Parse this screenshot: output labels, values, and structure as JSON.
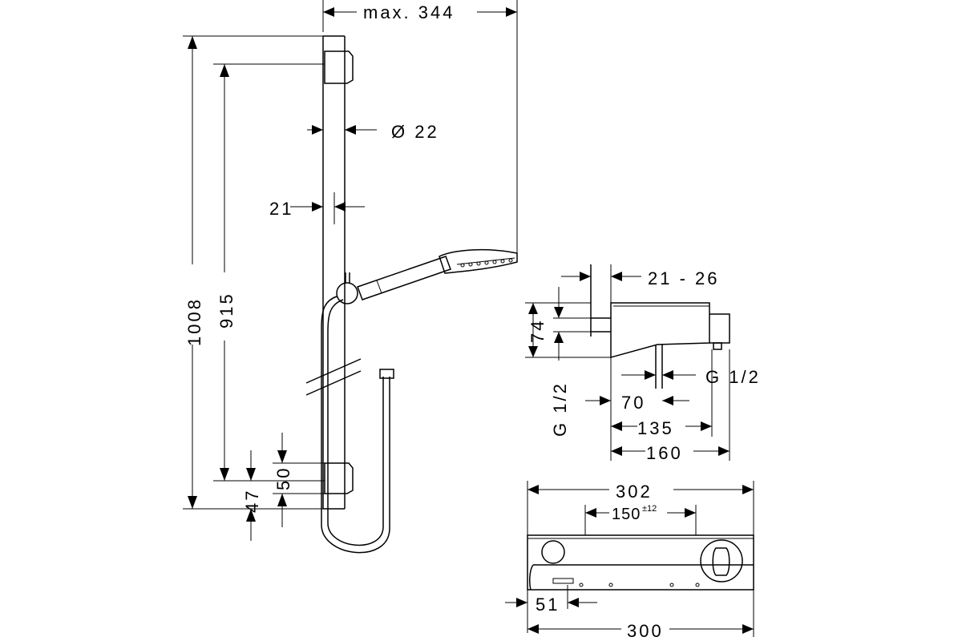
{
  "dimensions": {
    "max_reach": "max. 344",
    "rail_diameter": "Ø 22",
    "wall_offset": "21",
    "total_height": "1008",
    "rail_length": "915",
    "bottom_50": "50",
    "bottom_47": "47",
    "wall_range": "21 - 26",
    "depth_74": "74",
    "inlet_left": "G 1/2",
    "inlet_right": "G 1/2",
    "width_70": "70",
    "width_135": "135",
    "width_160": "160",
    "width_302": "302",
    "centers_base": "150",
    "centers_tol": "±12",
    "width_300": "300",
    "width_51": "51"
  }
}
